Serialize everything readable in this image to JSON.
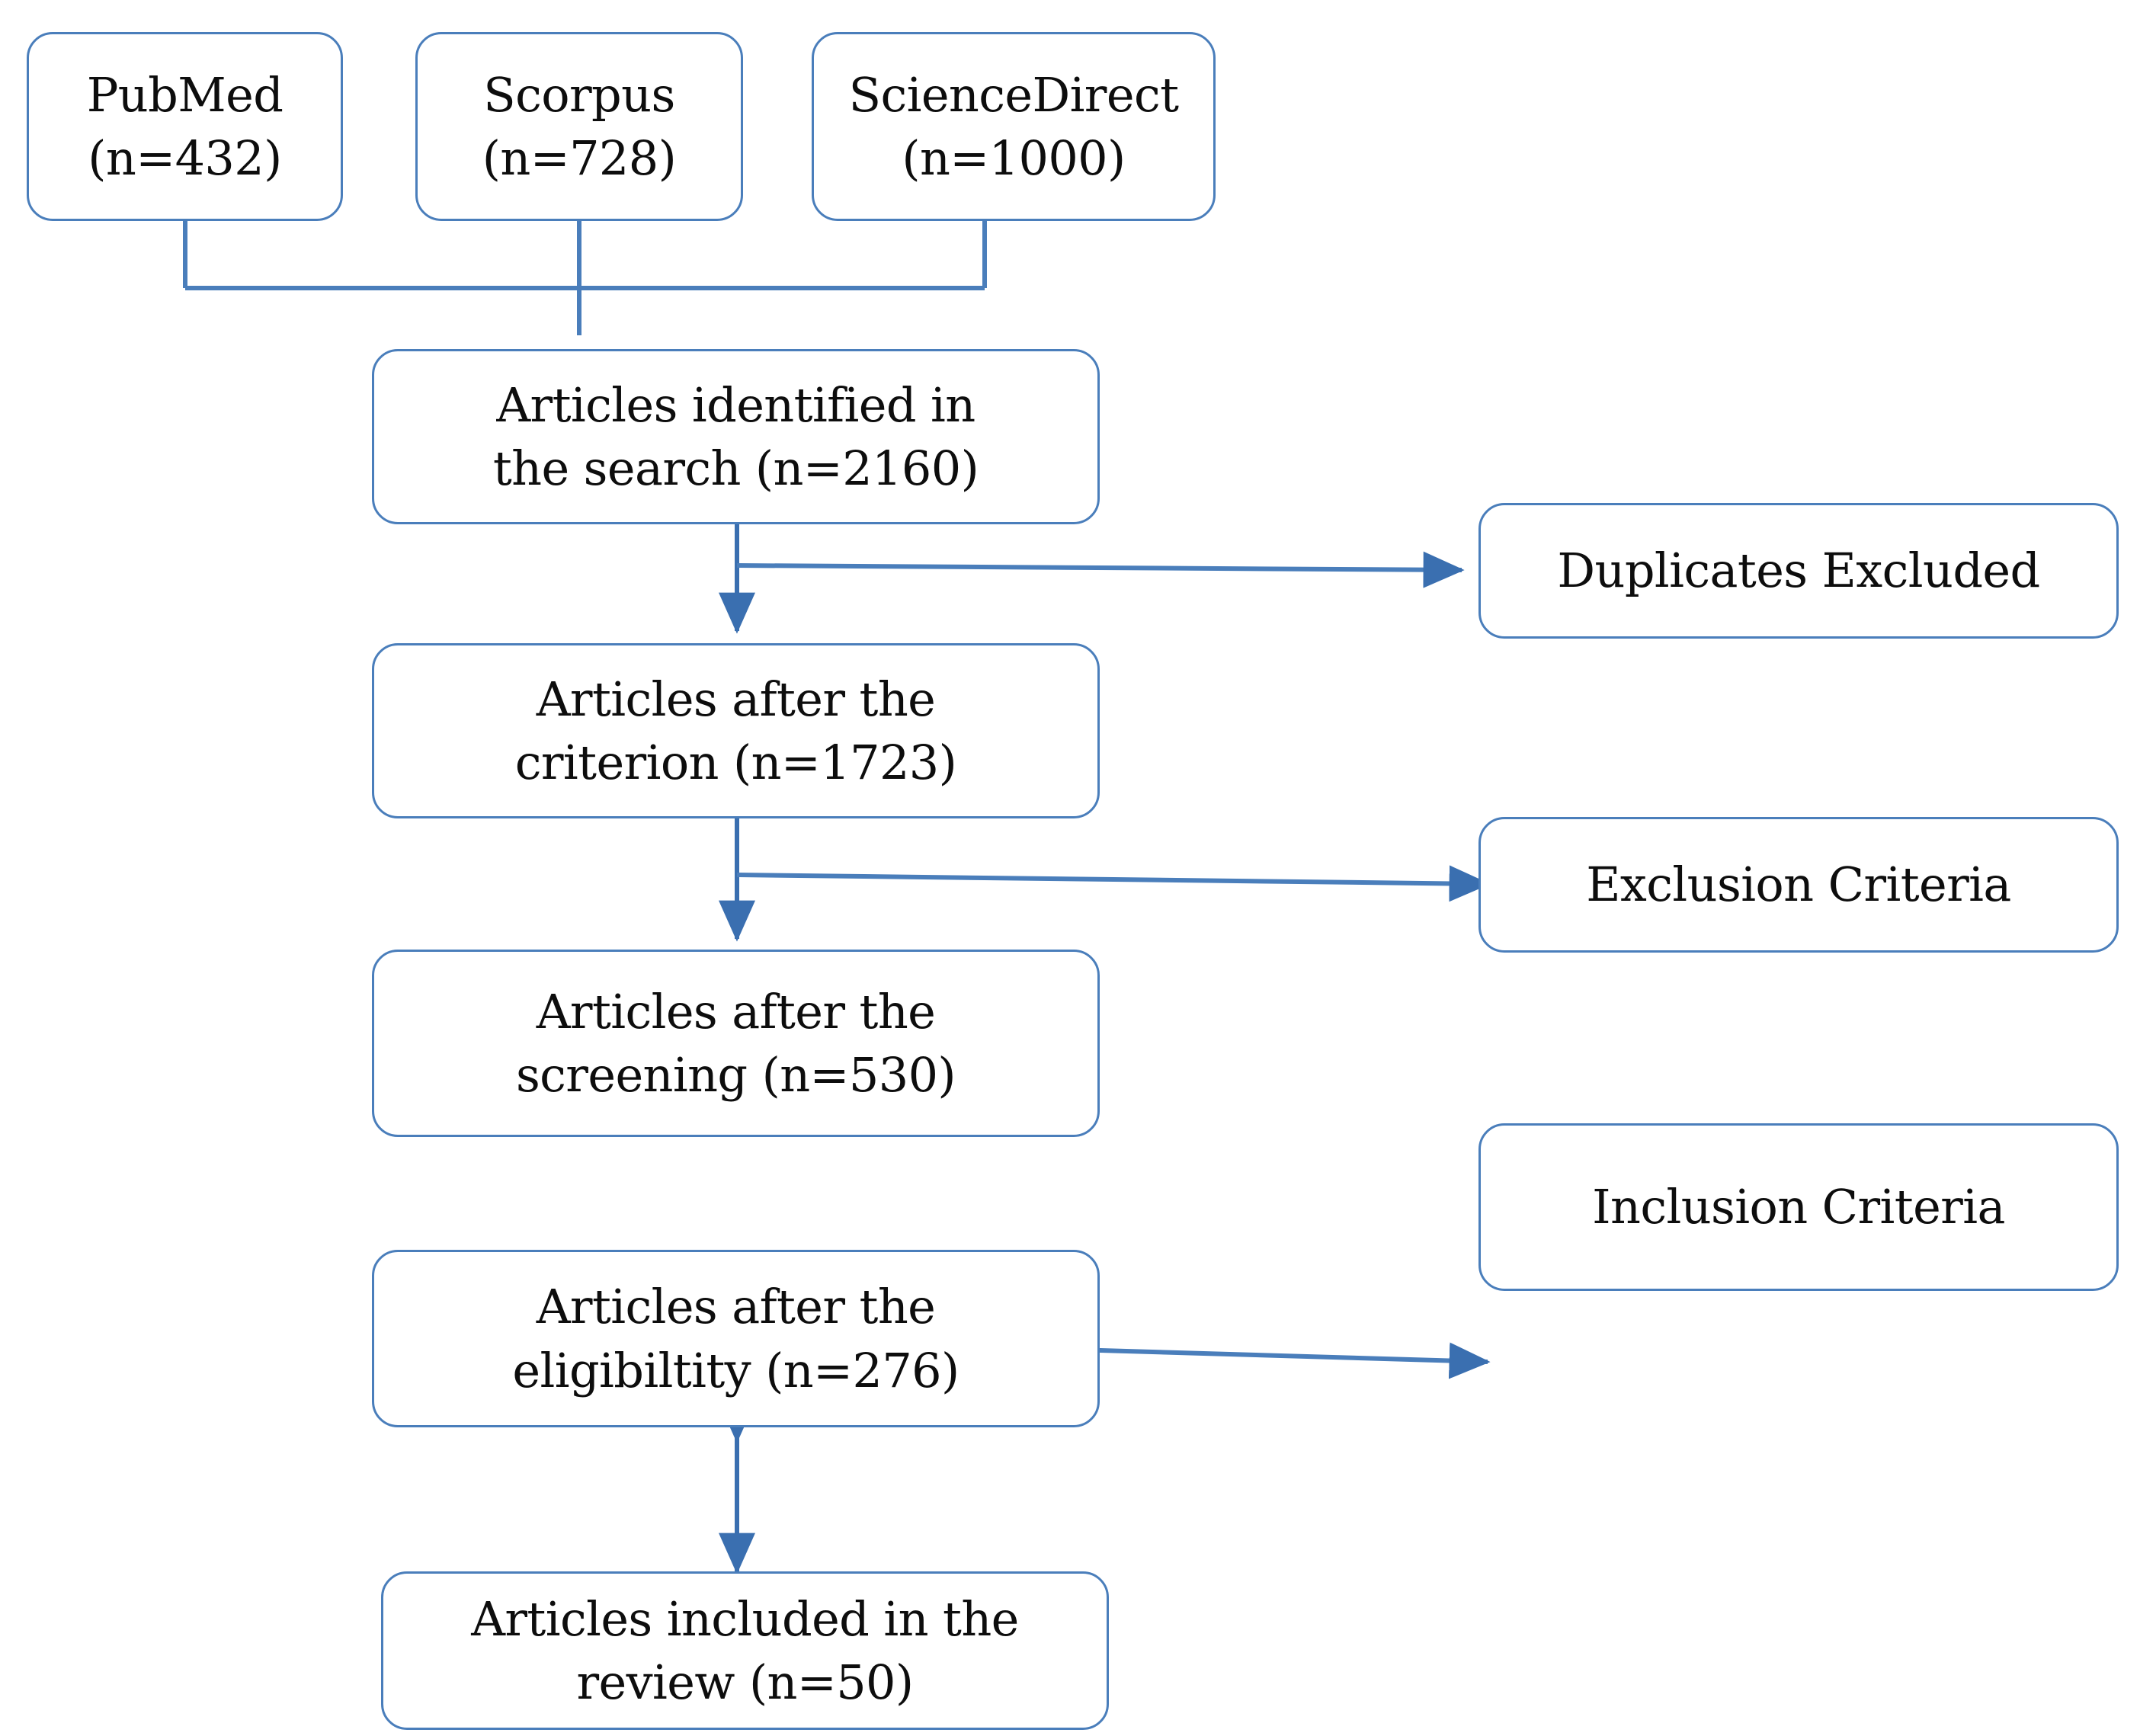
{
  "diagram": {
    "type": "prisma-flow-diagram",
    "title": "Article selection flow",
    "accent_color": "#4a7ebb",
    "text_color": "#0d0d0d",
    "background_color": "#ffffff",
    "sources": [
      {
        "id": "pubmed",
        "name": "PubMed",
        "count_label": "(n=432)",
        "count": 432,
        "text": "PubMed\n(n=432)"
      },
      {
        "id": "scorpus",
        "name": "Scorpus",
        "count_label": "(n=728)",
        "count": 728,
        "text": "Scorpus\n(n=728)"
      },
      {
        "id": "sciencedirect",
        "name": "ScienceDirect",
        "count_label": "(n=1000)",
        "count": 1000,
        "text": "ScienceDirect\n(n=1000)"
      }
    ],
    "stages": [
      {
        "id": "identified",
        "label": "Articles identified in the search",
        "count_label": "(n=2160)",
        "count": 2160,
        "text": "Articles identified in\nthe search (n=2160)"
      },
      {
        "id": "criterion",
        "label": "Articles after the criterion",
        "count_label": "(n=1723)",
        "count": 1723,
        "text": "Articles after the\ncriterion  (n=1723)"
      },
      {
        "id": "screening",
        "label": "Articles after the screening",
        "count_label": "(n=530)",
        "count": 530,
        "text": "Articles after the\nscreening (n=530)"
      },
      {
        "id": "eligibility",
        "label": "Articles after the eligibiltity",
        "count_label": "(n=276)",
        "count": 276,
        "text": "Articles after the\neligibiltity (n=276)"
      },
      {
        "id": "included",
        "label": "Articles included in the review",
        "count_label": "(n=50)",
        "count": 50,
        "text": "Articles included in the\nreview (n=50)"
      }
    ],
    "side_notes": [
      {
        "id": "duplicates",
        "text": "Duplicates Excluded"
      },
      {
        "id": "exclusion",
        "text": "Exclusion Criteria"
      },
      {
        "id": "inclusion",
        "text": "Inclusion Criteria"
      }
    ]
  },
  "chart_data": {
    "type": "flow",
    "title": "Article selection flow",
    "nodes": [
      {
        "id": "pubmed",
        "label": "PubMed (n=432)",
        "value": 432
      },
      {
        "id": "scorpus",
        "label": "Scorpus (n=728)",
        "value": 728
      },
      {
        "id": "sciencedirect",
        "label": "ScienceDirect (n=1000)",
        "value": 1000
      },
      {
        "id": "identified",
        "label": "Articles identified in the search (n=2160)",
        "value": 2160
      },
      {
        "id": "criterion",
        "label": "Articles after the criterion (n=1723)",
        "value": 1723
      },
      {
        "id": "screening",
        "label": "Articles after the screening (n=530)",
        "value": 530
      },
      {
        "id": "eligibility",
        "label": "Articles after the eligibiltity (n=276)",
        "value": 276
      },
      {
        "id": "included",
        "label": "Articles included in the review (n=50)",
        "value": 50
      },
      {
        "id": "duplicates",
        "label": "Duplicates Excluded",
        "value": null
      },
      {
        "id": "exclusion",
        "label": "Exclusion Criteria",
        "value": null
      },
      {
        "id": "inclusion",
        "label": "Inclusion Criteria",
        "value": null
      }
    ],
    "edges": [
      {
        "from": "pubmed",
        "to": "identified"
      },
      {
        "from": "scorpus",
        "to": "identified"
      },
      {
        "from": "sciencedirect",
        "to": "identified"
      },
      {
        "from": "identified",
        "to": "criterion"
      },
      {
        "from": "identified",
        "to": "duplicates"
      },
      {
        "from": "criterion",
        "to": "screening"
      },
      {
        "from": "criterion",
        "to": "exclusion"
      },
      {
        "from": "screening",
        "to": "eligibility"
      },
      {
        "from": "screening",
        "to": "inclusion"
      },
      {
        "from": "eligibility",
        "to": "included"
      }
    ]
  }
}
